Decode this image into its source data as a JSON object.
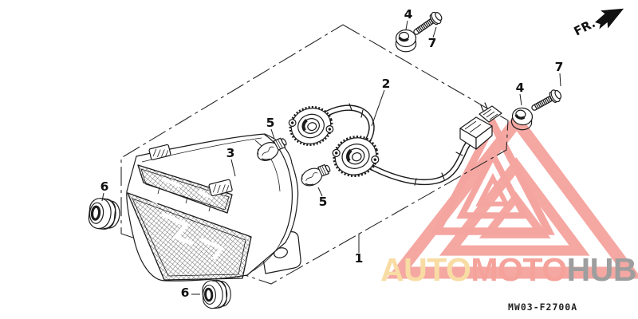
{
  "diagram": {
    "code": "MW03-F2700A",
    "fr_label": "FR.",
    "part_labels": [
      {
        "text": "1"
      },
      {
        "text": "2"
      },
      {
        "text": "3"
      },
      {
        "text": "4"
      },
      {
        "text": "4"
      },
      {
        "text": "5"
      },
      {
        "text": "5"
      },
      {
        "text": "6"
      },
      {
        "text": "6"
      },
      {
        "text": "7"
      },
      {
        "text": "7"
      }
    ]
  },
  "watermark": {
    "word_auto": "AUTO",
    "word_moto": "MOTO",
    "word_hub": "HUB",
    "colors": {
      "triangle": "#F5A5A0",
      "auto": "#F8DCA4",
      "moto": "#F5A29B",
      "hub": "#9E9E9E"
    }
  },
  "canvas": {
    "background": "#FFFFFF",
    "line_color": "#1C1C1C"
  }
}
